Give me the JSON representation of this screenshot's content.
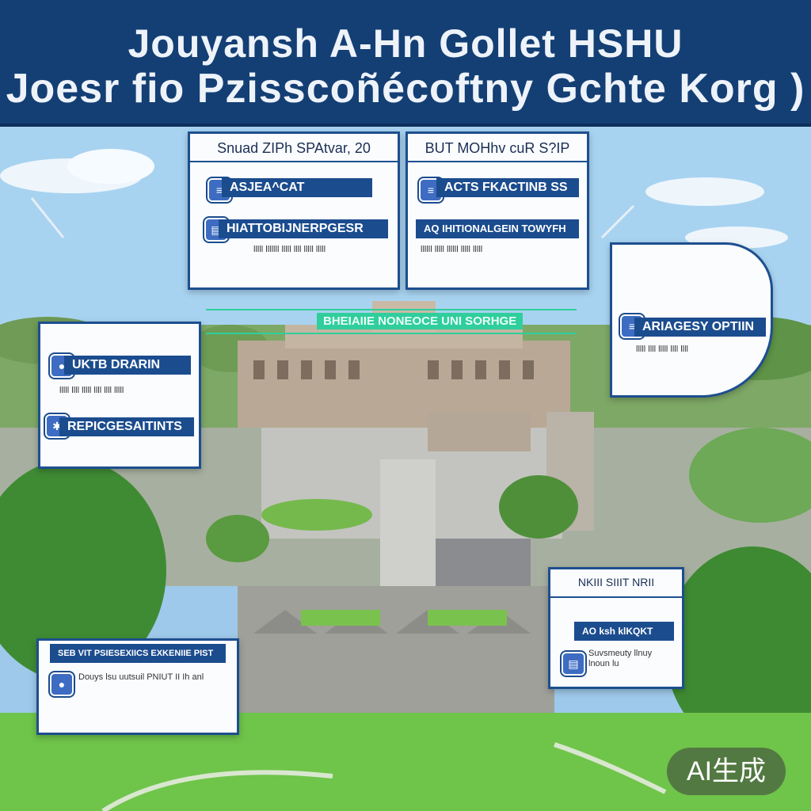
{
  "header": {
    "title_line1": "Jouyansh A-Hn Gollet HSHU",
    "title_line2": "Joesr fio Pzisscoñécoftny Gchte Korg )"
  },
  "banner": {
    "label": "BHEIAIIE NONEOCE UNI SORHGE"
  },
  "card_top_left": {
    "header": "Snuad ZIPh SPAtvar, 20",
    "bar1": "ASJEA^CAT",
    "bar2": "HIATTOBIJNERPGESR",
    "body": "lllll lllllll lllll llll lllll lllll"
  },
  "card_top_right": {
    "header": "BUT MOHhv cuR S?IP",
    "bar1": "ACTS FKACTINB SS",
    "bar2": "AQ IHITIONALGEIN TOWYFH",
    "body": "llllll lllll llllll lllll lllll"
  },
  "card_mid_left": {
    "bar1": "UKTB DRARIN",
    "bar2": "REPICGESAITINTS",
    "body": "lllll llll lllll llll llll lllll"
  },
  "card_mid_right": {
    "bar1": "ARIAGESY OPTIIN",
    "body": "lllll llll lllll llll llll"
  },
  "card_bottom_left": {
    "bar1": "SEB VIT PSIESEXIICS EXKENIIE PIST",
    "body": "Douys lsu uutsuil PNIUT II Ih anl"
  },
  "card_bottom_right": {
    "header": "NKIII SIIIT NRII",
    "bar1": "AO ksh klKQKT",
    "body": "Suvsmeuty llnuy lnoun lu"
  },
  "watermark": "AI生成",
  "icons": [
    "document-icon",
    "chart-icon",
    "person-icon",
    "gear-icon"
  ],
  "colors": {
    "header": "#143f74",
    "accent": "#1b4c8e",
    "teal": "#2fce9c",
    "grass": "#6fc44a"
  }
}
